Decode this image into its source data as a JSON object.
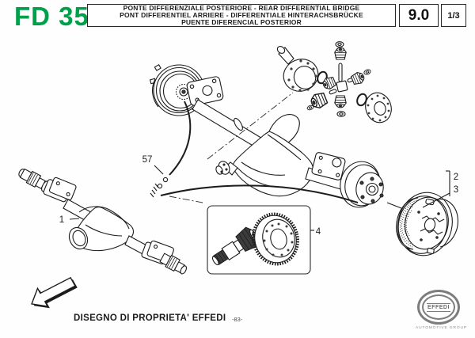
{
  "header": {
    "model": "FD 35",
    "model_color": "#00A04A",
    "title_lines": [
      "PONTE DIFFERENZIALE POSTERIORE - REAR DIFFERENTIAL BRIDGE",
      "PONT DIFFERENTIEL ARRIERE - DIFFERENTIALE HINTERACHSBRÜCKE",
      "PUENTE DIFERENCIAL POSTERIOR"
    ],
    "section_number": "9.0",
    "sheet_number": "1/3"
  },
  "diagram": {
    "subject": "rear differential bridge exploded view",
    "ink_color": "#1c1c1c",
    "callouts": {
      "brake_cable": "57",
      "axle_housing": "1",
      "brake_plate_upper": "2",
      "brake_plate_lower": "3",
      "gear_set": "4"
    }
  },
  "footer": {
    "property_note": "DISEGNO DI PROPRIETA' EFFEDI",
    "page_number": "-83-",
    "logo_text": "EFFEDI",
    "logo_subtext": "AUTOMOTIVE GROUP",
    "logo_color": "#7d7d7d"
  }
}
